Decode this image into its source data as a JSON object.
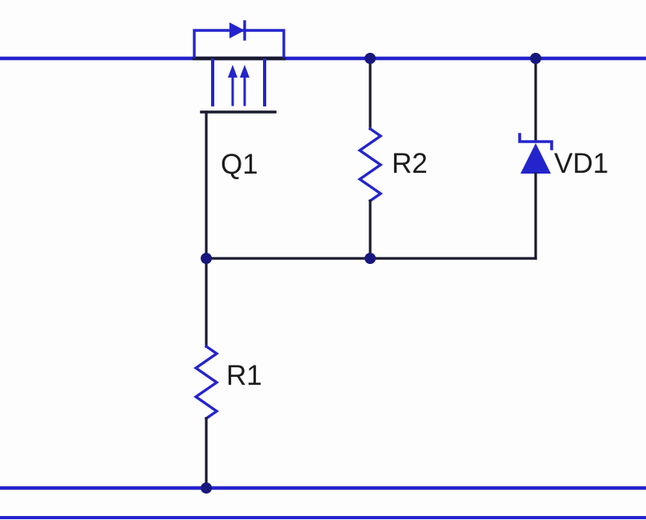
{
  "diagram": {
    "kind": "circuit-schematic",
    "description": "MOSFET with body diode (Q1) in series with top rail; gate node tied to parallel resistor R2 and zener diode VD1 between rails, with resistor R1 from gate node to bottom rail"
  },
  "colors": {
    "canvas_bg": "#fdfdfd",
    "wire_blue": "#2424cc",
    "lead_dark": "#1a1a2e",
    "junction_dot": "#17177e",
    "label_text": "#1c1c1c"
  },
  "components": {
    "q1": {
      "label": "Q1",
      "kind": "mosfet-with-body-diode"
    },
    "r2": {
      "label": "R2",
      "kind": "resistor"
    },
    "vd1": {
      "label": "VD1",
      "kind": "zener-diode"
    },
    "r1": {
      "label": "R1",
      "kind": "resistor"
    }
  }
}
